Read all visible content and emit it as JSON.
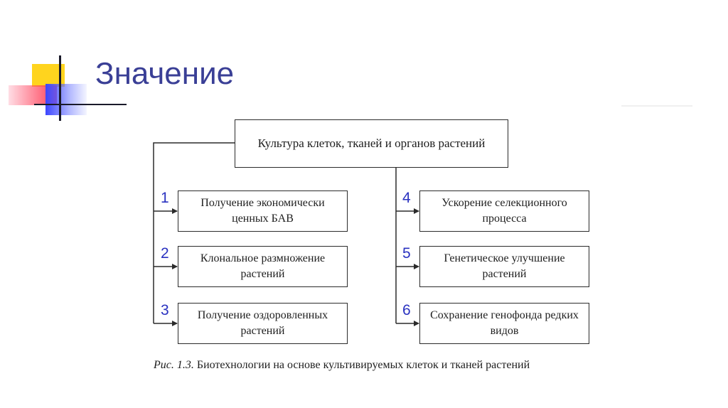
{
  "slide": {
    "title": "Значение"
  },
  "diagram": {
    "root": "Культура клеток, тканей и органов растений",
    "branches": [
      {
        "number": "1",
        "label": "Получение экономически ценных БАВ"
      },
      {
        "number": "2",
        "label": "Клональное размножение растений"
      },
      {
        "number": "3",
        "label": "Получение оздоровленных растений"
      },
      {
        "number": "4",
        "label": "Ускорение селекционного процесса"
      },
      {
        "number": "5",
        "label": "Генетическое улучшение растений"
      },
      {
        "number": "6",
        "label": "Сохранение генофонда редких видов"
      }
    ],
    "caption_label": "Рис. 1.3.",
    "caption_text": " Биотехнологии на основе культивируемых клеток и тканей растений"
  },
  "colors": {
    "title": "#3a3f96",
    "numbers": "#2a32c0",
    "logo_yellow": "#ffd41e",
    "logo_red": "#ff3c55",
    "logo_blue": "#3c46ff"
  }
}
